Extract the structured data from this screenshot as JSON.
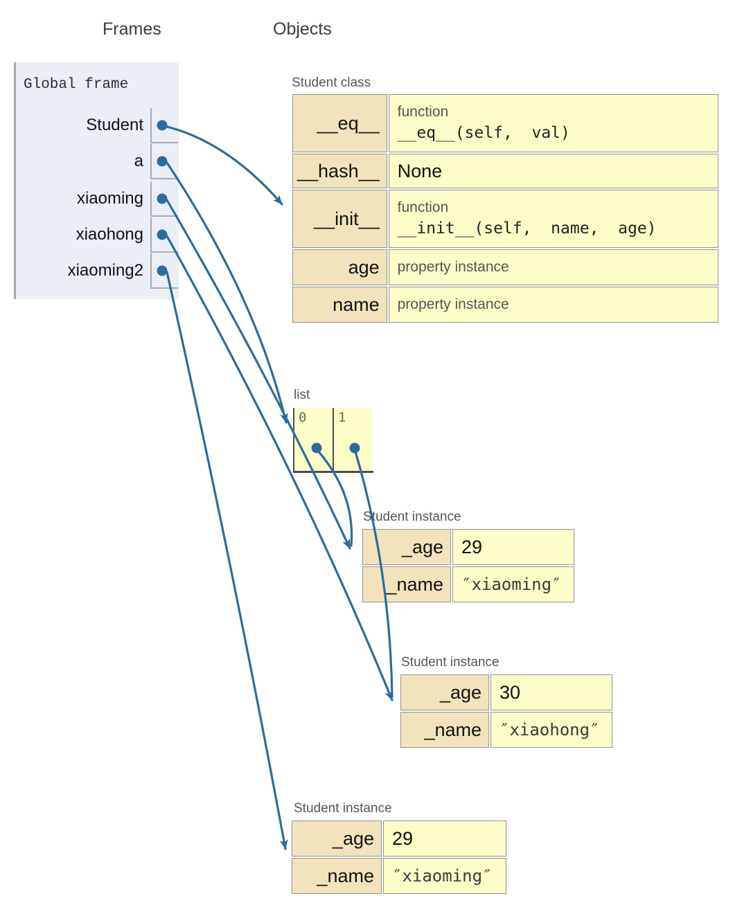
{
  "header": {
    "frames": "Frames",
    "objects": "Objects"
  },
  "frame": {
    "title": "Global frame",
    "variables": [
      {
        "name": "Student"
      },
      {
        "name": "a"
      },
      {
        "name": "xiaoming"
      },
      {
        "name": "xiaohong"
      },
      {
        "name": "xiaoming2"
      }
    ]
  },
  "class_obj": {
    "label": "Student class",
    "rows": [
      {
        "key": "__eq__",
        "type": "function",
        "sig": "__eq__(self,  val)"
      },
      {
        "key": "__hash__",
        "value": "None"
      },
      {
        "key": "__init__",
        "type": "function",
        "sig": "__init__(self,  name,  age)"
      },
      {
        "key": "age",
        "type": "property instance"
      },
      {
        "key": "name",
        "type": "property instance"
      }
    ]
  },
  "list_obj": {
    "label": "list",
    "indices": [
      "0",
      "1"
    ]
  },
  "instances": [
    {
      "label": "Student instance",
      "rows": [
        {
          "key": "_age",
          "value": "29"
        },
        {
          "key": "_name",
          "value": "″xiaoming″"
        }
      ]
    },
    {
      "label": "Student instance",
      "rows": [
        {
          "key": "_age",
          "value": "30"
        },
        {
          "key": "_name",
          "value": "″xiaohong″"
        }
      ]
    },
    {
      "label": "Student instance",
      "rows": [
        {
          "key": "_age",
          "value": "29"
        },
        {
          "key": "_name",
          "value": "″xiaoming″"
        }
      ]
    }
  ],
  "colors": {
    "arrow": "#2e6b99",
    "frame_bg": "#e9eef7",
    "frame_border": "#a5aeb8",
    "frame_cell_border": "#ababab",
    "key_cell_bg": "#f2e3bd",
    "value_cell_bg": "#fdfdca",
    "cell_border": "#919191",
    "list_border": "#4c4c4c",
    "label_gray": "#555555",
    "header_text": "#3c3c3c",
    "text_black": "#1a1a1a"
  }
}
